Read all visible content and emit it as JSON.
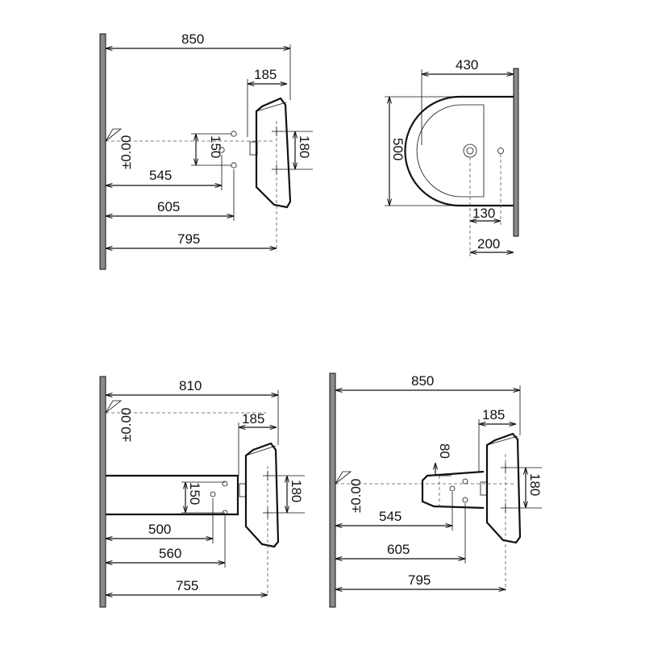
{
  "views": {
    "side_view_wall": {
      "dims": {
        "total_depth": "850",
        "bowl_depth": "185",
        "hole_spacing": "150",
        "bracket_height": "180",
        "dist_545": "545",
        "dist_605": "605",
        "dist_795": "795"
      },
      "level": "±0.00"
    },
    "top_view": {
      "dims": {
        "width": "430",
        "depth": "500",
        "tap_offset": "130",
        "overflow_offset": "200"
      }
    },
    "side_view_pedestal": {
      "dims": {
        "total_depth": "810",
        "bowl_depth": "185",
        "hole_spacing": "150",
        "bracket_height": "180",
        "dist_500": "500",
        "dist_560": "560",
        "dist_755": "755"
      },
      "level": "±0.00"
    },
    "side_view_semi_pedestal": {
      "dims": {
        "total_depth": "850",
        "bowl_depth": "185",
        "pedestal_height": "80",
        "bracket_height": "180",
        "dist_545": "545",
        "dist_605": "605",
        "dist_795": "795"
      },
      "level": "±0.00"
    }
  },
  "colors": {
    "line": "#111111",
    "wall_fill": "#8a8a8a",
    "background": "#ffffff"
  }
}
